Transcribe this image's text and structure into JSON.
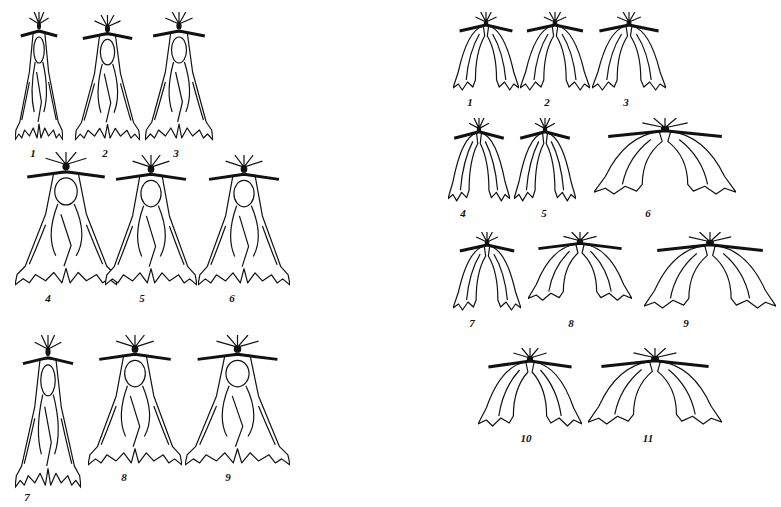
{
  "diagram": {
    "labels": [
      "1",
      "2",
      "3",
      "4",
      "5",
      "6",
      "7",
      "8",
      "9",
      "1",
      "2",
      "3",
      "4",
      "5",
      "6",
      "7",
      "8",
      "9",
      "10",
      "11"
    ]
  }
}
